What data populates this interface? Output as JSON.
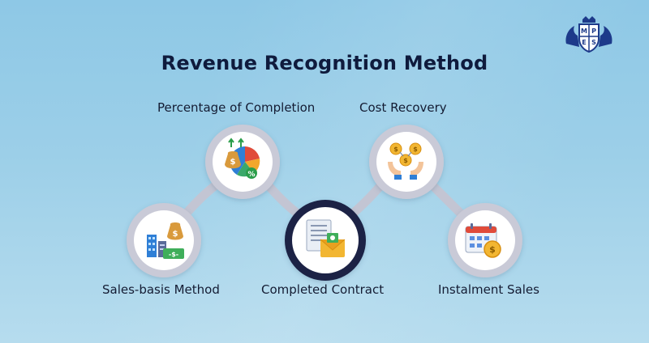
{
  "title": "Revenue Recognition Method",
  "nodes": [
    {
      "id": "sales-basis",
      "label": "Sales-basis Method",
      "icon": "building-money-icon"
    },
    {
      "id": "percentage-completion",
      "label": "Percentage of Completion",
      "icon": "pie-chart-money-icon"
    },
    {
      "id": "completed-contract",
      "label": "Completed Contract",
      "icon": "contract-envelope-icon"
    },
    {
      "id": "cost-recovery",
      "label": "Cost Recovery",
      "icon": "hands-coins-icon"
    },
    {
      "id": "instalment-sales",
      "label": "Instalment Sales",
      "icon": "calendar-coin-icon"
    }
  ],
  "logo": {
    "letters": [
      "M",
      "P",
      "E",
      "S"
    ]
  },
  "colors": {
    "title": "#0f1b3d",
    "ring": "#c7c9d6",
    "ring_dark": "#1a2245",
    "connector": "#c3c5d3",
    "node_fill": "#ffffff",
    "shield": "#1d3a8a"
  }
}
